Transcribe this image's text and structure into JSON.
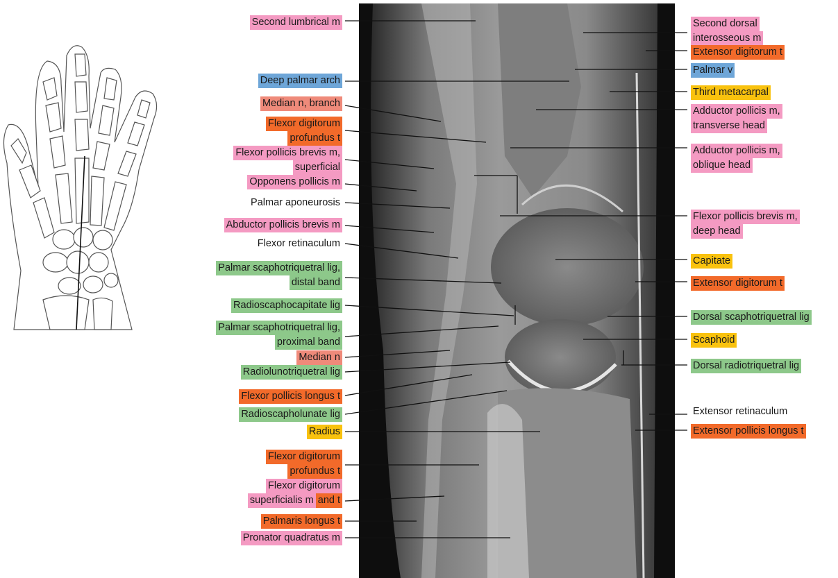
{
  "colors": {
    "pink": "#f49ac2",
    "blue": "#6ea6d8",
    "salmon": "#ef8a7a",
    "orange": "#f26a2a",
    "yellow": "#f9c20e",
    "green": "#8dc88a",
    "none": "transparent"
  },
  "labels_left": [
    {
      "lines": [
        "Second lumbrical m"
      ],
      "colors": [
        "pink"
      ]
    },
    {
      "lines": [
        "Deep palmar arch"
      ],
      "colors": [
        "blue"
      ]
    },
    {
      "lines": [
        "Median n, branch"
      ],
      "colors": [
        "salmon"
      ]
    },
    {
      "lines": [
        "Flexor digitorum",
        "profundus t"
      ],
      "colors": [
        "orange",
        "orange"
      ]
    },
    {
      "lines": [
        "Flexor pollicis brevis m,",
        "superficial"
      ],
      "colors": [
        "pink",
        "pink"
      ]
    },
    {
      "lines": [
        "Opponens pollicis m"
      ],
      "colors": [
        "pink"
      ]
    },
    {
      "lines": [
        "Palmar aponeurosis"
      ],
      "colors": [
        "none"
      ]
    },
    {
      "lines": [
        "Abductor pollicis brevis m"
      ],
      "colors": [
        "pink"
      ]
    },
    {
      "lines": [
        "Flexor retinaculum"
      ],
      "colors": [
        "none"
      ]
    },
    {
      "lines": [
        "Palmar scaphotriquetral lig,",
        "distal band"
      ],
      "colors": [
        "green",
        "green"
      ]
    },
    {
      "lines": [
        "Radioscaphocapitate lig"
      ],
      "colors": [
        "green"
      ]
    },
    {
      "lines": [
        "Palmar scaphotriquetral lig,",
        "proximal band"
      ],
      "colors": [
        "green",
        "green"
      ]
    },
    {
      "lines": [
        "Median n"
      ],
      "colors": [
        "salmon"
      ]
    },
    {
      "lines": [
        "Radiolunotriquetral lig"
      ],
      "colors": [
        "green"
      ]
    },
    {
      "lines": [
        "Flexor pollicis longus t"
      ],
      "colors": [
        "orange"
      ]
    },
    {
      "lines": [
        "Radioscapholunate lig"
      ],
      "colors": [
        "green"
      ]
    },
    {
      "lines": [
        "Radius"
      ],
      "colors": [
        "yellow"
      ]
    },
    {
      "lines": [
        "Flexor digitorum",
        "profundus t"
      ],
      "colors": [
        "orange",
        "orange"
      ]
    },
    {
      "lines": [
        "Flexor digitorum",
        "superficialis m",
        "and t"
      ],
      "colors": [
        "pink",
        "pink",
        "orange"
      ]
    },
    {
      "lines": [
        "Palmaris longus t"
      ],
      "colors": [
        "orange"
      ]
    },
    {
      "lines": [
        "Pronator quadratus m"
      ],
      "colors": [
        "pink"
      ]
    }
  ],
  "labels_right": [
    {
      "lines": [
        "Second dorsal",
        "interosseous m"
      ],
      "colors": [
        "pink",
        "pink"
      ]
    },
    {
      "lines": [
        "Extensor digitorum t"
      ],
      "colors": [
        "orange"
      ]
    },
    {
      "lines": [
        "Palmar v"
      ],
      "colors": [
        "blue"
      ]
    },
    {
      "lines": [
        "Third metacarpal"
      ],
      "colors": [
        "yellow"
      ]
    },
    {
      "lines": [
        "Adductor pollicis m,",
        "transverse head"
      ],
      "colors": [
        "pink",
        "pink"
      ]
    },
    {
      "lines": [
        "Adductor pollicis m,",
        "oblique head"
      ],
      "colors": [
        "pink",
        "pink"
      ]
    },
    {
      "lines": [
        "Flexor pollicis brevis m,",
        "deep head"
      ],
      "colors": [
        "pink",
        "pink"
      ]
    },
    {
      "lines": [
        "Capitate"
      ],
      "colors": [
        "yellow"
      ]
    },
    {
      "lines": [
        "Extensor digitorum t"
      ],
      "colors": [
        "orange"
      ]
    },
    {
      "lines": [
        "Dorsal scaphotriquetral lig"
      ],
      "colors": [
        "green"
      ]
    },
    {
      "lines": [
        "Scaphoid"
      ],
      "colors": [
        "yellow"
      ]
    },
    {
      "lines": [
        "Dorsal radiotriquetral lig"
      ],
      "colors": [
        "green"
      ]
    },
    {
      "lines": [
        "Extensor retinaculum"
      ],
      "colors": [
        "none"
      ]
    },
    {
      "lines": [
        "Extensor pollicis longus t"
      ],
      "colors": [
        "orange"
      ]
    }
  ]
}
